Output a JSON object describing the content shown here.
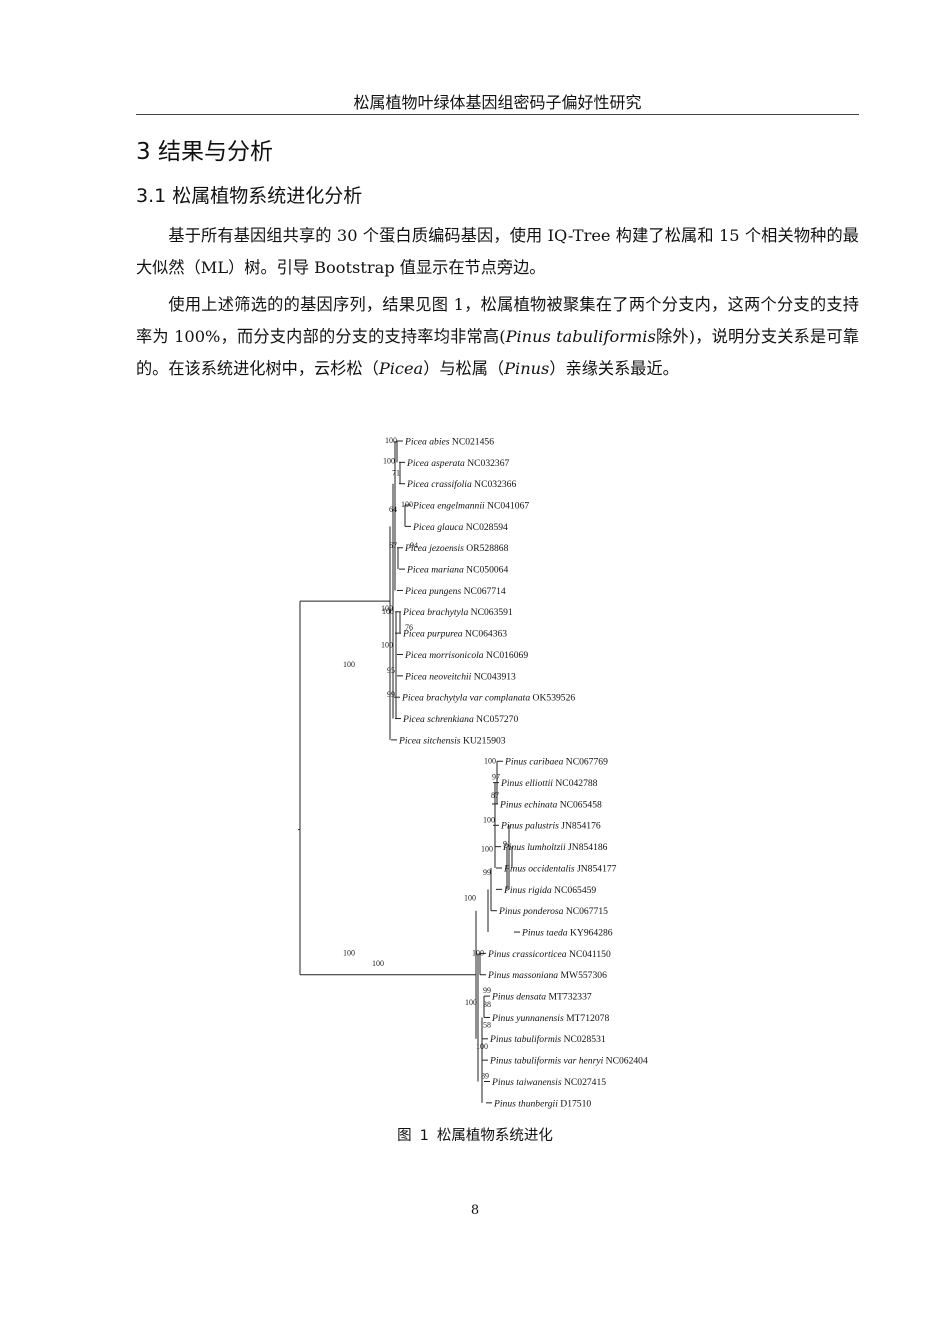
{
  "header": {
    "running_title": "松属植物叶绿体基因组密码子偏好性研究"
  },
  "section": {
    "heading": "3 结果与分析",
    "subheading": "3.1 松属植物系统进化分析"
  },
  "paragraphs": {
    "p1": "基于所有基因组共享的 30 个蛋白质编码基因，使用 IQ-Tree 构建了松属和 15 个相关物种的最大似然（ML）树。引导 Bootstrap 值显示在节点旁边。",
    "p2_a": "使用上述筛选的的基因序列，结果见图 1，松属植物被聚集在了两个分支内，这两个分支的支持率为 100%，而分支内部的分支的支持率均非常高(",
    "p2_b": "Pinus tabuliformis",
    "p2_c": "除外)，说明分支关系是可靠的。在该系统进化树中，云杉松（",
    "p2_d": "Picea",
    "p2_e": "）与松属（",
    "p2_f": "Pinus",
    "p2_g": "）亲缘关系最近。"
  },
  "tree": {
    "leaves": [
      {
        "species": "Picea abies",
        "accession": "NC021456"
      },
      {
        "species": "Picea asperata",
        "accession": "NC032367"
      },
      {
        "species": "Picea crassifolia",
        "accession": "NC032366"
      },
      {
        "species": "Picea engelmannii",
        "accession": "NC041067"
      },
      {
        "species": "Picea glauca",
        "accession": "NC028594"
      },
      {
        "species": "Picea jezoensis",
        "accession": "OR528868"
      },
      {
        "species": "Picea mariana",
        "accession": "NC050064"
      },
      {
        "species": "Picea pungens",
        "accession": "NC067714"
      },
      {
        "species": "Picea brachytyla",
        "accession": "NC063591"
      },
      {
        "species": "Picea purpurea",
        "accession": "NC064363"
      },
      {
        "species": "Picea morrisonicola",
        "accession": "NC016069"
      },
      {
        "species": "Picea neoveitchii",
        "accession": "NC043913"
      },
      {
        "species": "Picea brachytyla var complanata",
        "accession": "OK539526"
      },
      {
        "species": "Picea schrenkiana",
        "accession": "NC057270"
      },
      {
        "species": "Picea sitchensis",
        "accession": "KU215903"
      },
      {
        "species": "Pinus caribaea",
        "accession": "NC067769"
      },
      {
        "species": "Pinus elliottii",
        "accession": "NC042788"
      },
      {
        "species": "Pinus echinata",
        "accession": "NC065458"
      },
      {
        "species": "Pinus palustris",
        "accession": "JN854176"
      },
      {
        "species": "Pinus lumholtzii",
        "accession": "JN854186"
      },
      {
        "species": "Pinus occidentalis",
        "accession": "JN854177"
      },
      {
        "species": "Pinus rigida",
        "accession": "NC065459"
      },
      {
        "species": "Pinus ponderosa",
        "accession": "NC067715"
      },
      {
        "species": "Pinus taeda",
        "accession": "KY964286"
      },
      {
        "species": "Pinus crassicorticea",
        "accession": "NC041150"
      },
      {
        "species": "Pinus massoniana",
        "accession": "MW557306"
      },
      {
        "species": "Pinus densata",
        "accession": "MT732337"
      },
      {
        "species": "Pinus yunnanensis",
        "accession": "MT712078"
      },
      {
        "species": "Pinus tabuliformis",
        "accession": "NC028531"
      },
      {
        "species": "Pinus tabuliformis var henryi",
        "accession": "NC062404"
      },
      {
        "species": "Pinus taiwanensis",
        "accession": "NC027415"
      },
      {
        "species": "Pinus thunbergii",
        "accession": "D17510"
      }
    ],
    "support_values": [
      "100",
      "100",
      "71",
      "100",
      "64",
      "67",
      "94",
      "100",
      "100",
      "76",
      "100",
      "95",
      "99",
      "100",
      "100",
      "97",
      "87",
      "100",
      "91",
      "100",
      "99",
      "100",
      "100",
      "100",
      "99",
      "38",
      "100",
      "58",
      "100",
      "89",
      "100"
    ]
  },
  "figure": {
    "label": "图",
    "number": "1",
    "title": "松属植物系统进化"
  },
  "footer": {
    "page_number": "8"
  }
}
